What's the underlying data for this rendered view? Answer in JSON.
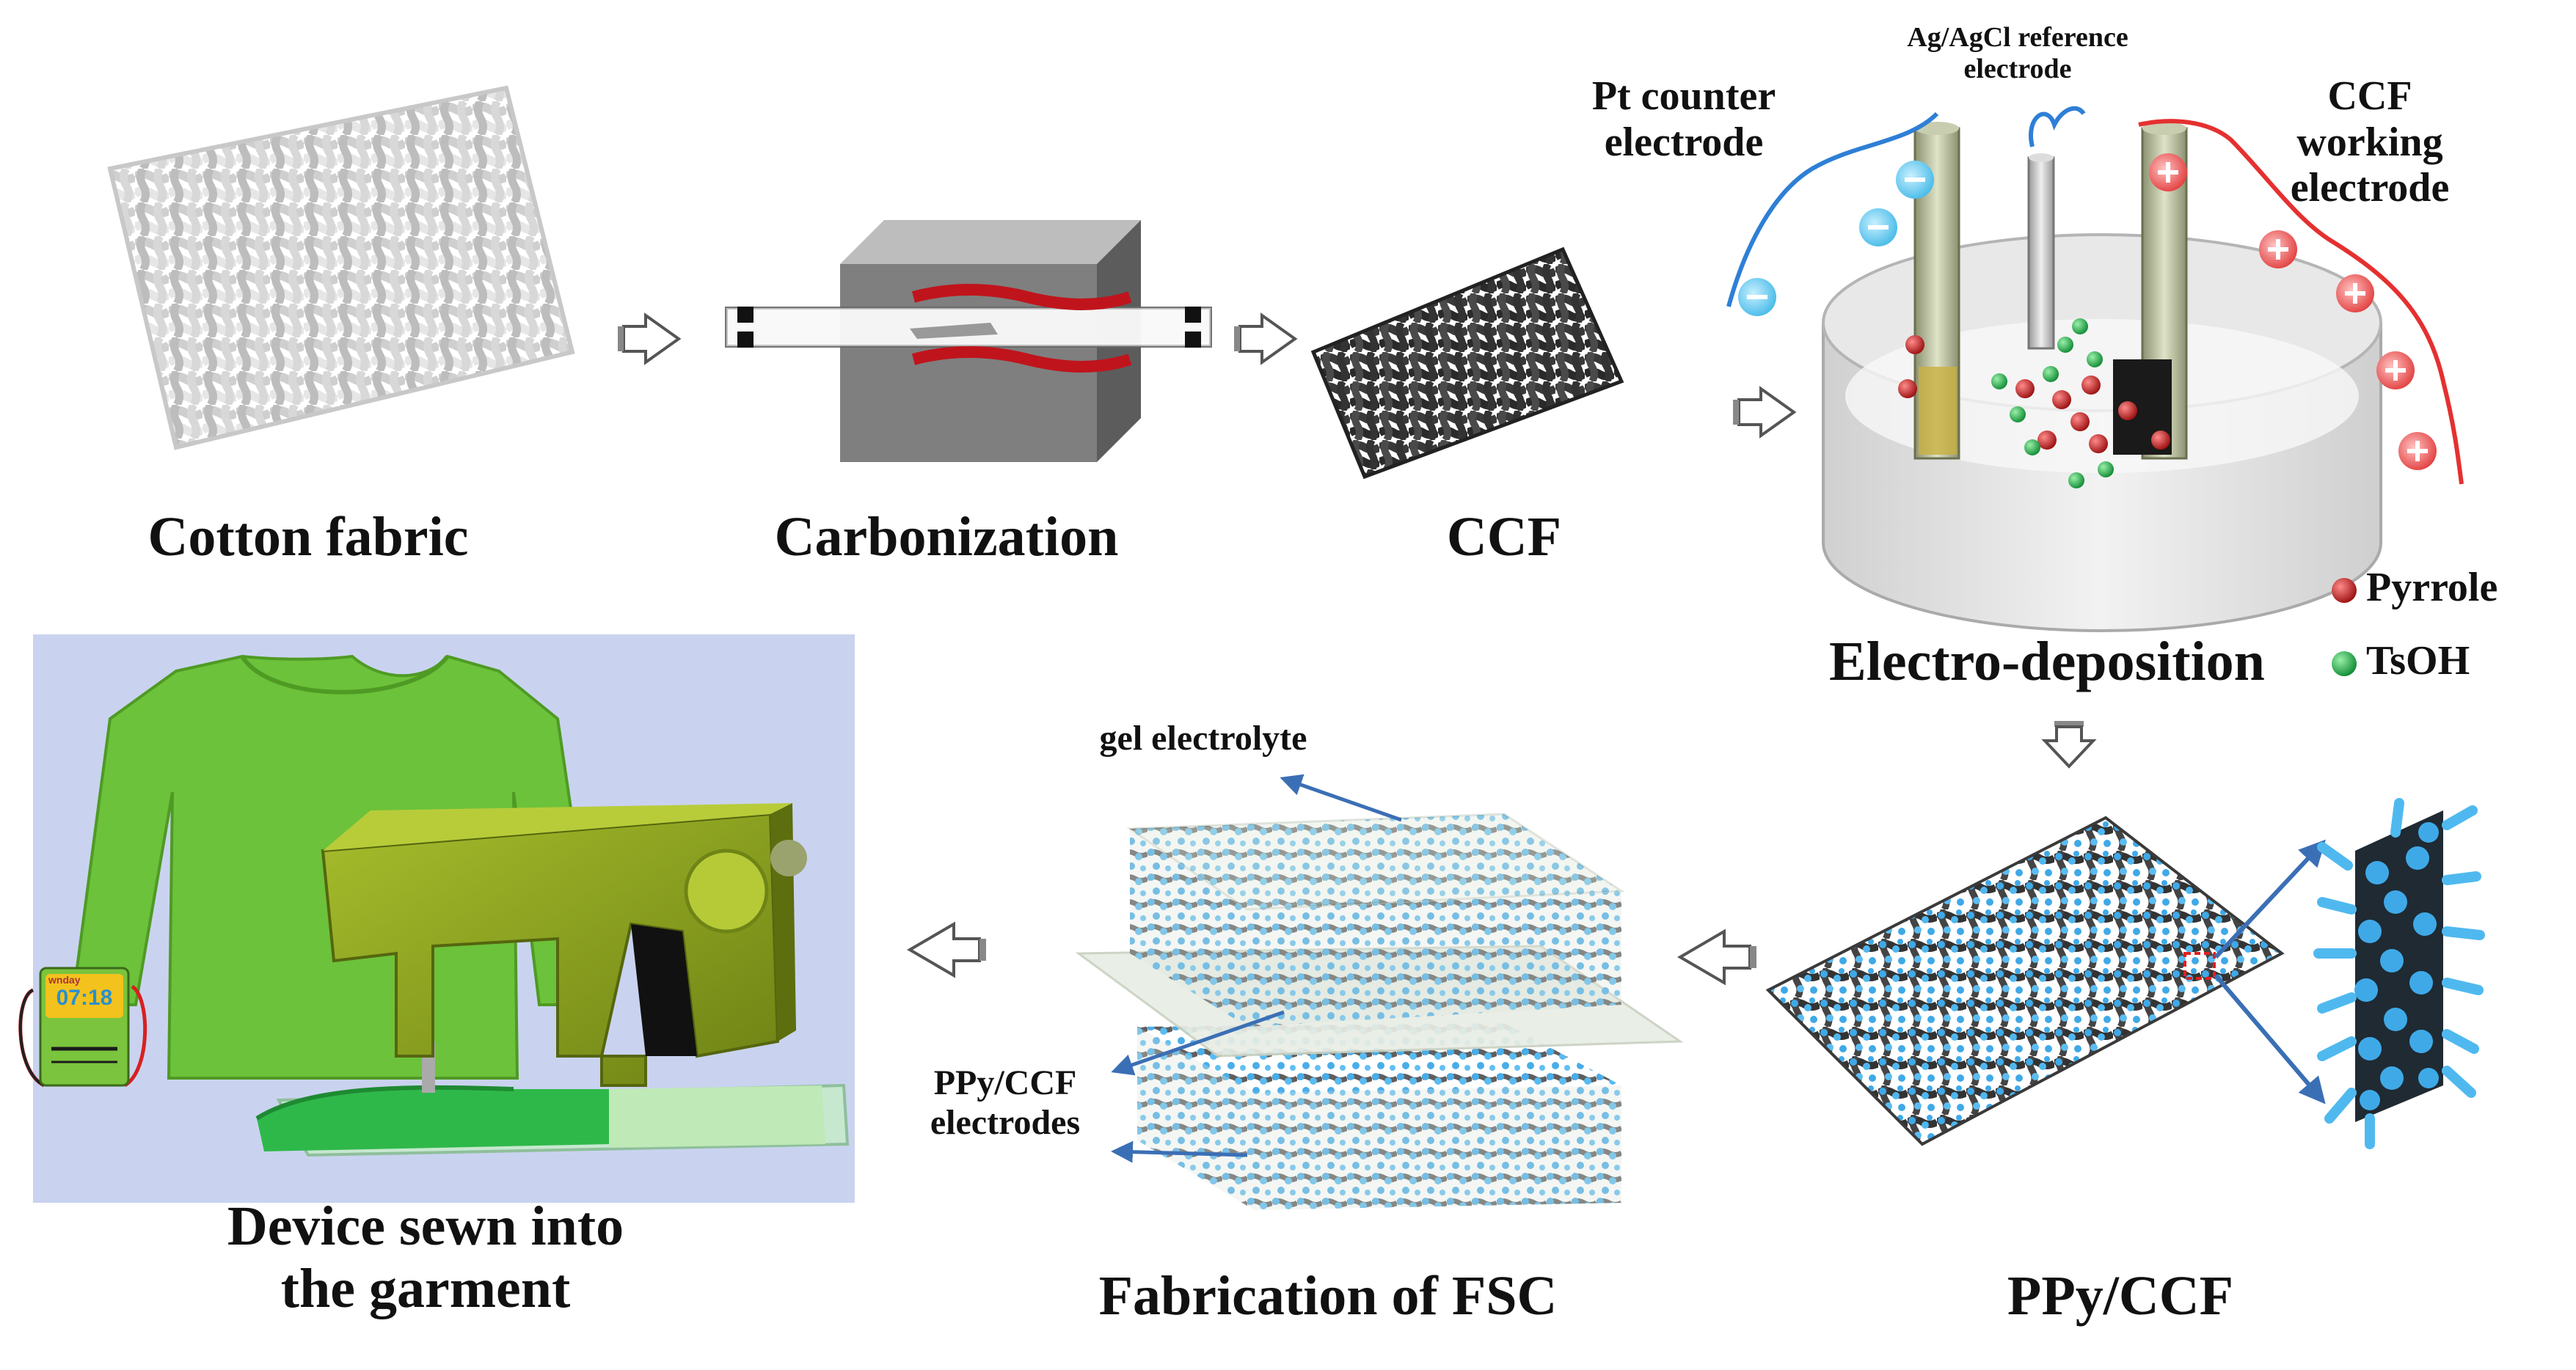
{
  "steps": {
    "cotton": "Cotton fabric",
    "carbonization": "Carbonization",
    "ccf": "CCF",
    "electrodeposition": "Electro-deposition",
    "ppy_ccf": "PPy/CCF",
    "fabrication": "Fabrication of FSC",
    "device_line1": "Device sewn into",
    "device_line2": "the garment"
  },
  "electrodes": {
    "pt_line1": "Pt counter",
    "pt_line2": "electrode",
    "ref_line1": "Ag/AgCl reference",
    "ref_line2": "electrode",
    "ccf_line1": "CCF",
    "ccf_line2": "working",
    "ccf_line3": "electrode"
  },
  "legend": {
    "pyrrole": "Pyrrole",
    "tsoh": "TsOH",
    "pyrrole_color": "#b01818",
    "tsoh_color": "#1fa34a"
  },
  "fsc": {
    "gel": "gel electrolyte",
    "ppy_line1": "PPy/CCF",
    "ppy_line2": "electrodes"
  },
  "watch": {
    "day": "wnday",
    "time": "07:18"
  },
  "colors": {
    "arrow_blue": "#3b6fb5",
    "ppy_blue": "#3fa9e8",
    "carbon": "#2f2f2f",
    "cotton": "#dcdcdc",
    "shirt_green": "#6cc23a",
    "machine_olive": "#8fa81f",
    "negative_ion": "#4fc3e8",
    "positive_ion": "#e23b3b"
  }
}
